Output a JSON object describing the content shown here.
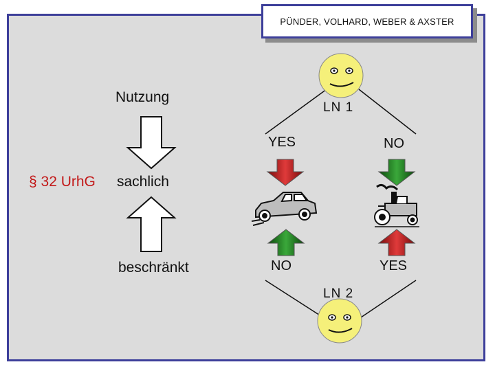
{
  "header": {
    "title": "PÜNDER, VOLHARD, WEBER & AXSTER"
  },
  "left": {
    "top_label": "Nutzung",
    "middle_paragraph": "§ 32 UrhG",
    "middle_word": "sachlich",
    "bottom_label": "beschränkt"
  },
  "right": {
    "ln1": "LN 1",
    "ln2": "LN 2",
    "top_yes": "YES",
    "top_no": "NO",
    "bottom_no": "NO",
    "bottom_yes": "YES"
  },
  "colors": {
    "frame": "#3d3f9a",
    "panel": "#dcdcdc",
    "smiley": "#f5f07a",
    "arrow_red": "#c21818",
    "arrow_green": "#1a7a1a",
    "paragraph_text": "#c21818"
  }
}
